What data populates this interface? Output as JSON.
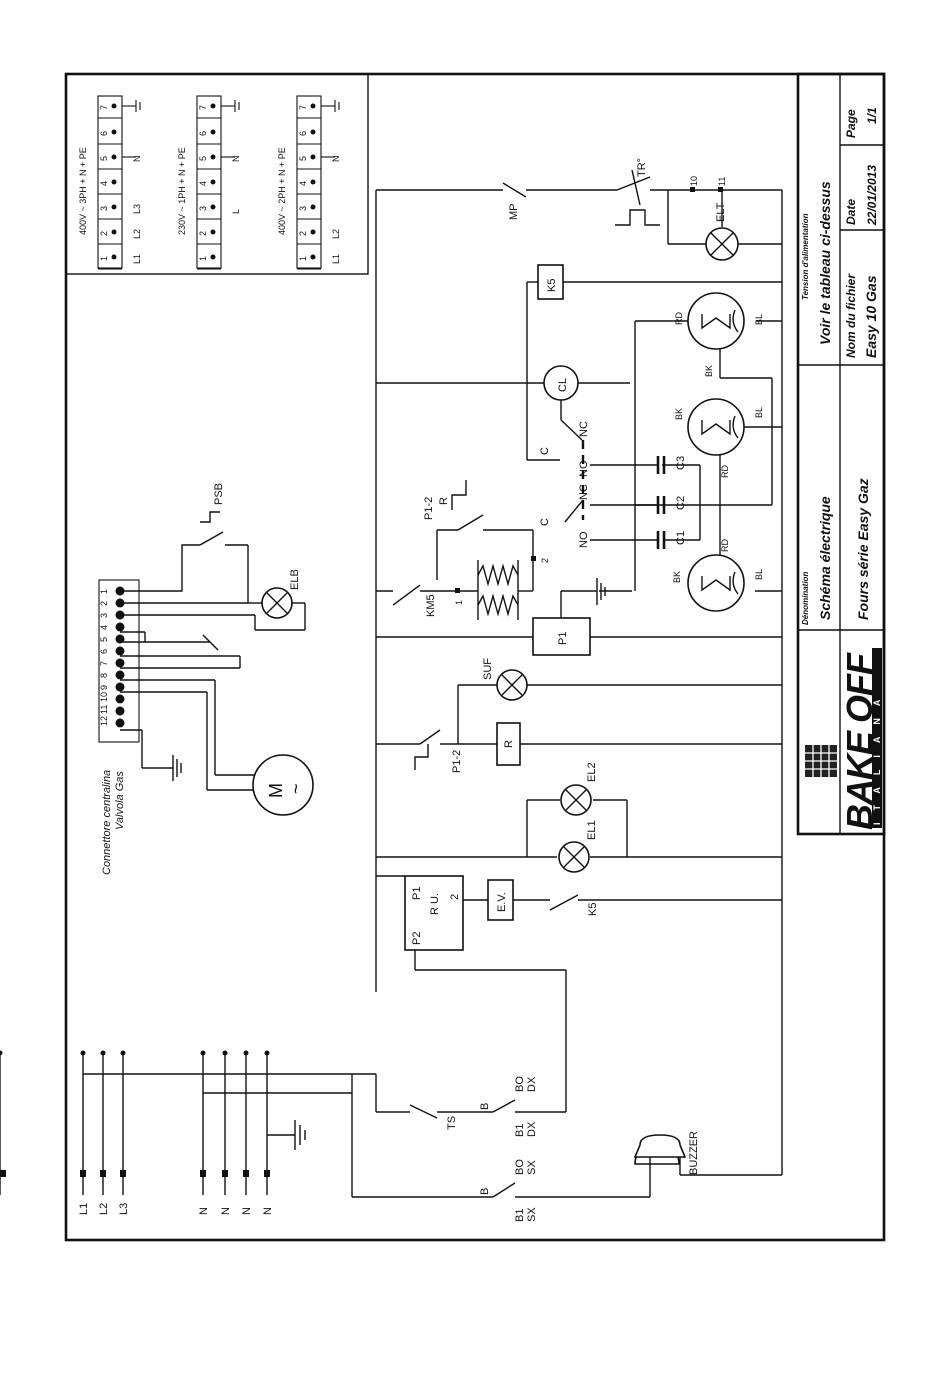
{
  "title_block": {
    "denomination_label": "Dénomination",
    "denomination": "Schéma électrique",
    "model": "Fours série Easy Gaz",
    "voltage_label": "Tension d'alimentation",
    "voltage": "Voir le tableau ci-dessus",
    "file_label": "Nom du fichier",
    "file": "Easy 10 Gas",
    "date_label": "Date",
    "date": "22/01/2013",
    "page_label": "Page",
    "page": "1/1",
    "logo_main": "BAKE OFF",
    "logo_sub": "ITALIANA"
  },
  "supply_table": [
    {
      "title": "400V ~ 3PH + N + PE",
      "terms": [
        "1",
        "2",
        "3",
        "4",
        "5",
        "6",
        "7"
      ],
      "bottom": [
        "L1",
        "L2",
        "L3",
        "",
        "",
        "",
        ""
      ],
      "side": "N"
    },
    {
      "title": "230V ~ 1PH + N + PE",
      "terms": [
        "1",
        "2",
        "3",
        "4",
        "5",
        "6",
        "7"
      ],
      "bottom": [
        "",
        "",
        "L",
        "",
        "",
        "",
        ""
      ],
      "side": "N"
    },
    {
      "title": "400V ~ 2PH + N + PE",
      "terms": [
        "1",
        "2",
        "3",
        "4",
        "5",
        "6",
        "7"
      ],
      "bottom": [
        "L1",
        "L2",
        "",
        "",
        "",
        "",
        ""
      ],
      "side": "N"
    }
  ],
  "gas_connector": {
    "caption_1": "Connettore centralina",
    "caption_2": "Valvola Gas",
    "pins": [
      "1",
      "2",
      "3",
      "4",
      "5",
      "6",
      "7",
      "8",
      "9",
      "10",
      "11",
      "12"
    ],
    "psb": "PSB",
    "elb": "ELB"
  },
  "terminals": {
    "lines": [
      "L1",
      "L2",
      "L3"
    ],
    "neutrals": [
      "N",
      "N",
      "N",
      "N"
    ],
    "pe": "PE"
  },
  "components": {
    "mp": "MP",
    "tr": "TR°",
    "t10": "10",
    "t11": "11",
    "elt": "ELT",
    "k5": "K5",
    "cl": "CL",
    "c": "C",
    "nc": "NC",
    "no": "NO",
    "c1": "C1",
    "c2": "C2",
    "c3": "C3",
    "rd": "RD",
    "bl": "BL",
    "bk": "BK",
    "p12": "P1-2",
    "r_small": "R",
    "km5": "KM5",
    "one": "1",
    "two": "2",
    "p1": "P1",
    "suf": "SUF",
    "r": "R",
    "el1": "EL1",
    "el2": "EL2",
    "ru": "R U.",
    "ru_p1": "P1",
    "ru_p2": "P2",
    "ru_2": "2",
    "ev": "E.V.",
    "ts": "TS",
    "b": "B",
    "bo": "BO",
    "dx": "DX",
    "sx": "SX",
    "b1": "B1",
    "buzzer": "BUZZER",
    "motor_tilde": "~",
    "motor_m": "M"
  }
}
